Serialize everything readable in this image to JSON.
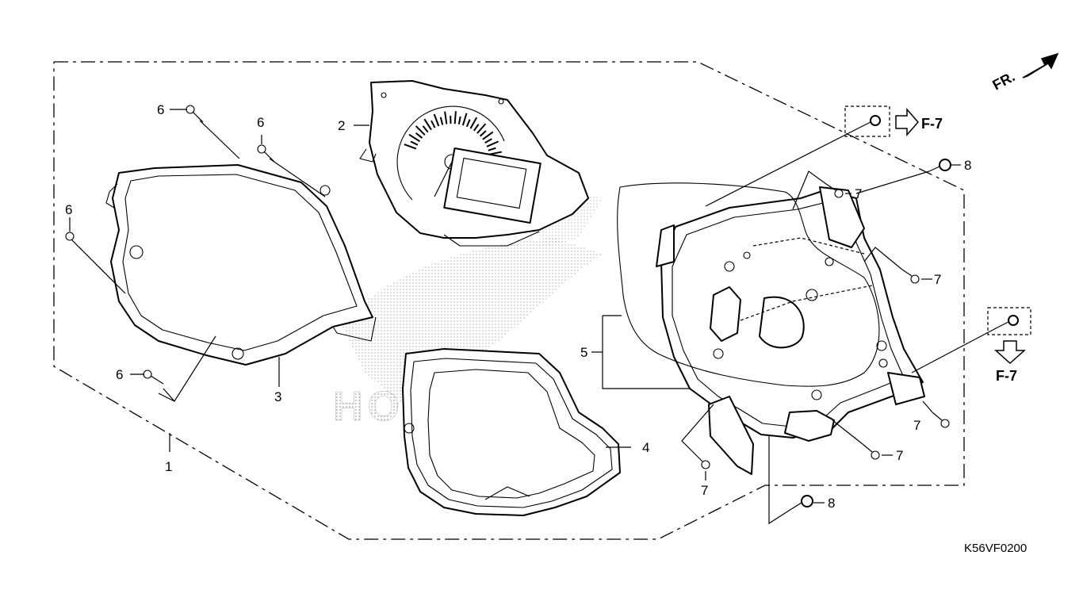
{
  "orientation": {
    "text": "FR."
  },
  "references": {
    "top": "F-7",
    "right": "F-7"
  },
  "callouts": {
    "c1": "1",
    "c2": "2",
    "c3": "3",
    "c4": "4",
    "c5": "5",
    "c6a": "6",
    "c6b": "6",
    "c6c": "6",
    "c6d": "6",
    "c7a": "7",
    "c7b": "7",
    "c7c": "7",
    "c7d": "7",
    "c7e": "7",
    "c8a": "8",
    "c8b": "8"
  },
  "diagram_code": "K56VF0200",
  "watermark": "HONDA",
  "colors": {
    "line": "#000000",
    "background": "#ffffff",
    "watermark_dots": "#9a9a9a"
  }
}
